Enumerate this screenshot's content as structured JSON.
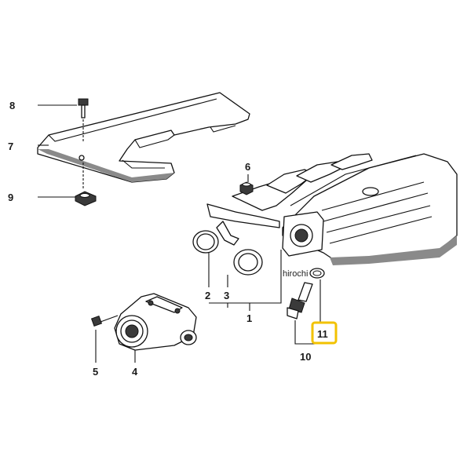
{
  "parts": [
    {
      "id": "p1",
      "label": "1"
    },
    {
      "id": "p2",
      "label": "2"
    },
    {
      "id": "p3",
      "label": "3"
    },
    {
      "id": "p4",
      "label": "4"
    },
    {
      "id": "p5",
      "label": "5"
    },
    {
      "id": "p6",
      "label": "6"
    },
    {
      "id": "p7",
      "label": "7"
    },
    {
      "id": "p8",
      "label": "8"
    },
    {
      "id": "p9",
      "label": "9"
    },
    {
      "id": "p10",
      "label": "10"
    },
    {
      "id": "p11",
      "label": "11"
    }
  ],
  "highlight": {
    "part": "11",
    "color": "#f2c200"
  },
  "watermark": "hirochi"
}
